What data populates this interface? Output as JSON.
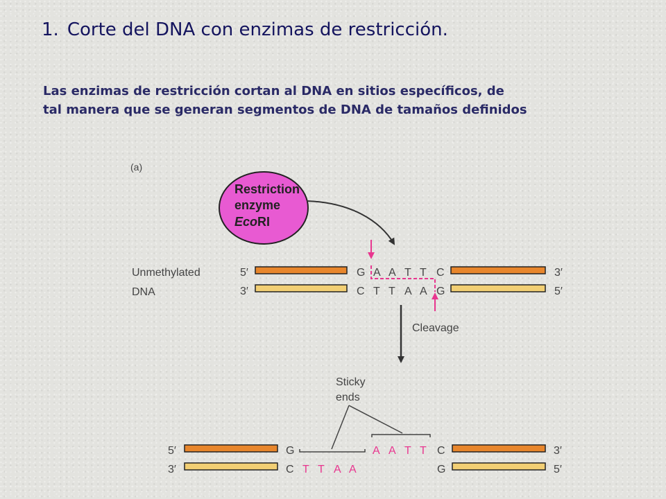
{
  "slide": {
    "title_number": "1.",
    "title": "Corte del DNA con enzimas de restricción.",
    "subtitle_line1": "Las enzimas de restricción cortan al DNA en sitios específicos, de",
    "subtitle_line2": "tal manera que se generan segmentos de DNA de tamaños definidos"
  },
  "figure": {
    "panel_label": "(a)",
    "enzyme": {
      "line1": "Restriction",
      "line2": "enzyme",
      "line3_italic": "Eco",
      "line3_regular": "RI"
    },
    "dna_label_line1": "Unmethylated",
    "dna_label_line2": "DNA",
    "ends": {
      "five_prime": "5′",
      "three_prime": "3′"
    },
    "top_sequence": [
      "G",
      "A",
      "A",
      "T",
      "T",
      "C"
    ],
    "bottom_sequence": [
      "C",
      "T",
      "T",
      "A",
      "A",
      "G"
    ],
    "cleavage_label": "Cleavage",
    "sticky_label_line1": "Sticky",
    "sticky_label_line2": "ends",
    "product_left_top": [
      "G"
    ],
    "product_left_bottom": [
      "C",
      "T",
      "T",
      "A",
      "A"
    ],
    "product_right_top": [
      "A",
      "A",
      "T",
      "T",
      "C"
    ],
    "product_right_bottom": [
      "G"
    ],
    "colors": {
      "title": "#14145e",
      "subtitle": "#2a2a66",
      "enzyme_fill": "#e85ad2",
      "highlight_pink": "#e8368f",
      "strand_orange": "#e8862c",
      "strand_yellow": "#f2cf74",
      "text_gray": "#444444"
    }
  }
}
